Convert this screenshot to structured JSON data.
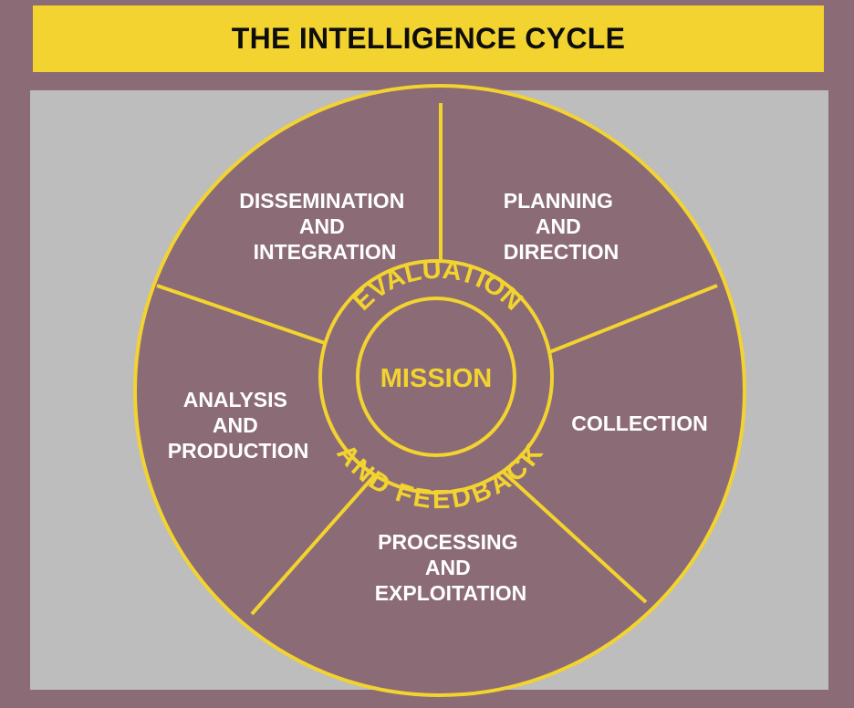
{
  "title": "THE INTELLIGENCE CYCLE",
  "colors": {
    "background": "#8b6b76",
    "panel": "#bdbdbd",
    "accent": "#f3d32f",
    "segment_fill": "#8b6b76",
    "label_text": "#ffffff"
  },
  "center": {
    "label": "MISSION",
    "ring_top": "EVALUATION",
    "ring_bottom": "AND FEEDBACK"
  },
  "segments": [
    {
      "id": "planning",
      "lines": [
        "PLANNING",
        "AND",
        "DIRECTION"
      ]
    },
    {
      "id": "collection",
      "lines": [
        "COLLECTION"
      ]
    },
    {
      "id": "processing",
      "lines": [
        "PROCESSING",
        "AND",
        "EXPLOITATION"
      ]
    },
    {
      "id": "analysis",
      "lines": [
        "ANALYSIS",
        "AND",
        "PRODUCTION"
      ]
    },
    {
      "id": "dissemination",
      "lines": [
        "DISSEMINATION",
        "AND",
        "INTEGRATION"
      ]
    }
  ]
}
